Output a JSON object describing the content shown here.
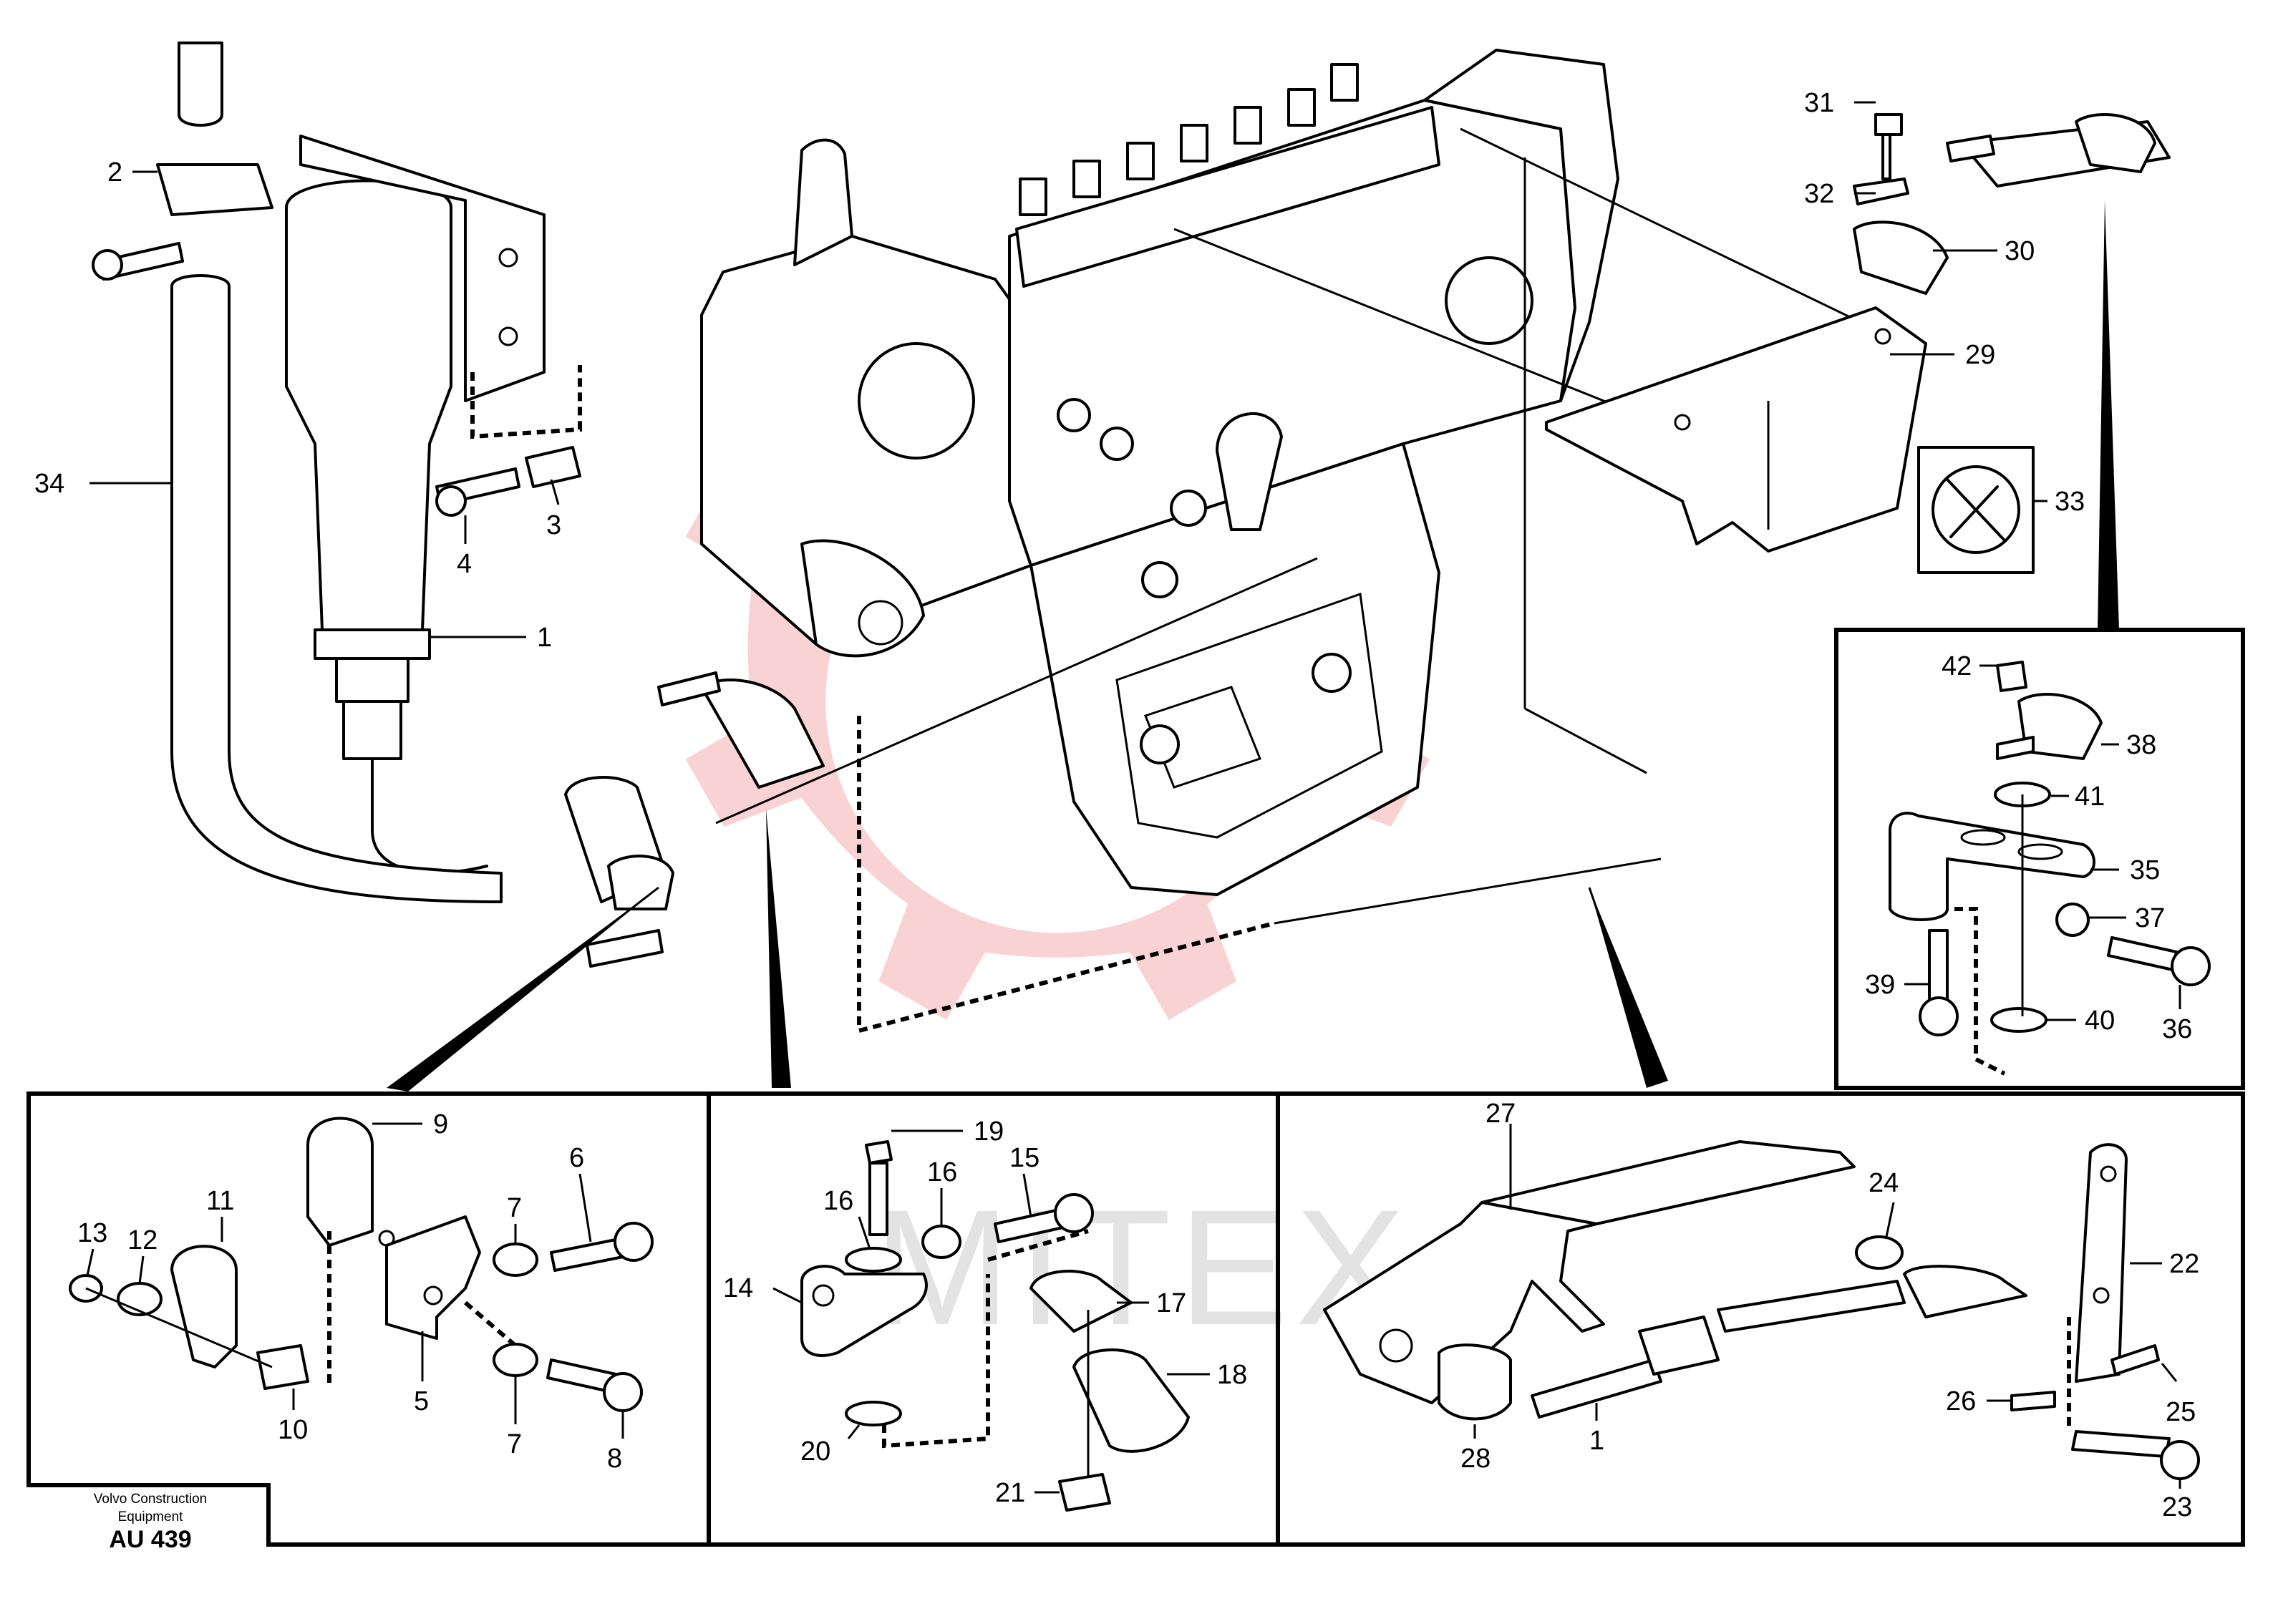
{
  "labels": {
    "l1": "1",
    "l2": "2",
    "l3": "3",
    "l4": "4",
    "l5": "5",
    "l6": "6",
    "l7a": "7",
    "l7b": "7",
    "l8": "8",
    "l9": "9",
    "l10": "10",
    "l11": "11",
    "l12": "12",
    "l13": "13",
    "l14": "14",
    "l15": "15",
    "l16a": "16",
    "l16b": "16",
    "l17": "17",
    "l18": "18",
    "l19": "19",
    "l20": "20",
    "l21": "21",
    "l22": "22",
    "l23": "23",
    "l24": "24",
    "l25": "25",
    "l26": "26",
    "l27": "27",
    "l28": "28",
    "l1b": "1",
    "l29": "29",
    "l30": "30",
    "l31": "31",
    "l32": "32",
    "l33": "33",
    "l34": "34",
    "l35": "35",
    "l36": "36",
    "l37": "37",
    "l38": "38",
    "l39": "39",
    "l40": "40",
    "l41": "41",
    "l42": "42"
  },
  "reference": {
    "line1": "Volvo Construction",
    "line2": "Equipment",
    "code": "AU 439"
  },
  "watermark": "MITEX",
  "colors": {
    "line": "#000000",
    "background": "#ffffff",
    "watermark_gear": "#e31e24",
    "watermark_text": "#b0b0b0"
  }
}
